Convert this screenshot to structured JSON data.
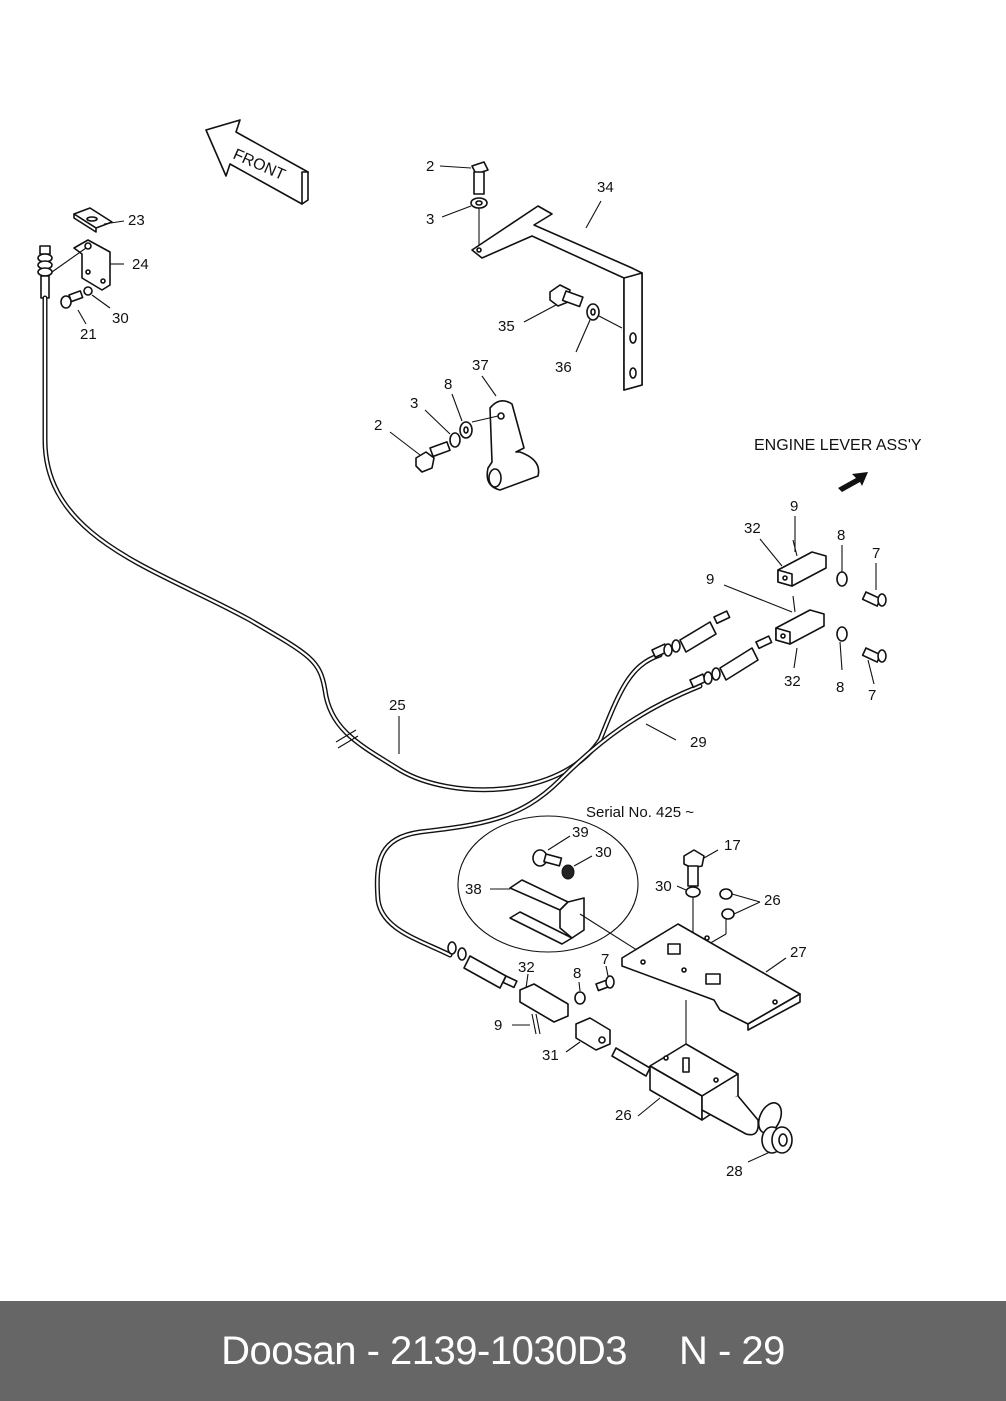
{
  "diagram": {
    "front_arrow_label": "FRONT",
    "engine_lever_label": "ENGINE LEVER ASS'Y",
    "serial_note": "Serial No. 425 ~",
    "callouts": {
      "c2a": "2",
      "c3a": "3",
      "c34": "34",
      "c35": "35",
      "c36": "36",
      "c37": "37",
      "c8a": "8",
      "c3b": "3",
      "c2b": "2",
      "c23": "23",
      "c24": "24",
      "c30a": "30",
      "c21": "21",
      "c9a": "9",
      "c32a": "32",
      "c8b": "8",
      "c7a": "7",
      "c9b": "9",
      "c32b": "32",
      "c8c": "8",
      "c7b": "7",
      "c25": "25",
      "c29": "29",
      "c39": "39",
      "c30b": "30",
      "c38": "38",
      "c17": "17",
      "c30c": "30",
      "c26a": "26",
      "c27": "27",
      "c32c": "32",
      "c8d": "8",
      "c7c": "7",
      "c9c": "9",
      "c31": "31",
      "c26b": "26",
      "c28": "28"
    }
  },
  "footer": {
    "brand_part": "Doosan - 2139-1030D3",
    "page_ref": "N - 29"
  }
}
